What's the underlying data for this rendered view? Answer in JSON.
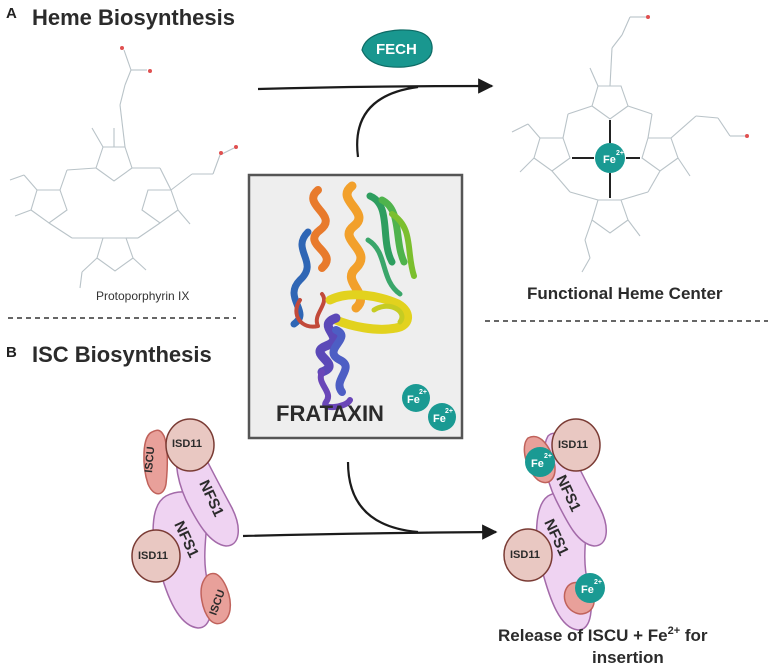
{
  "panel_a": {
    "letter": "A",
    "title": "Heme Biosynthesis"
  },
  "panel_b": {
    "letter": "B",
    "title": "ISC Biosynthesis"
  },
  "enzyme_label": "FECH",
  "left_molecule_caption": "Protoporphyrin IX",
  "right_molecule_caption": "Functional Heme Center",
  "center_protein_label": "FRATAXIN",
  "iron": {
    "symbol": "Fe",
    "charge": "2+"
  },
  "complex": {
    "nfs1": "NFS1",
    "isd11": "ISD11",
    "iscu": "ISCU"
  },
  "release_caption_line1": "Release of ISCU + Fe",
  "release_caption_sup": "2+",
  "release_caption_after": " for",
  "release_caption_line2": "insertion",
  "colors": {
    "fe_teal": "#1a9a93",
    "fech_teal": "#19978f",
    "nfs1_fill": "#efd3f2",
    "nfs1_stroke": "#a36aa9",
    "isd11_fill": "#e9c8c2",
    "isd11_stroke": "#7a3b34",
    "iscu_fill": "#e8a09a",
    "iscu_stroke": "#c0625b",
    "frataxin_box": "#eeeeee"
  }
}
